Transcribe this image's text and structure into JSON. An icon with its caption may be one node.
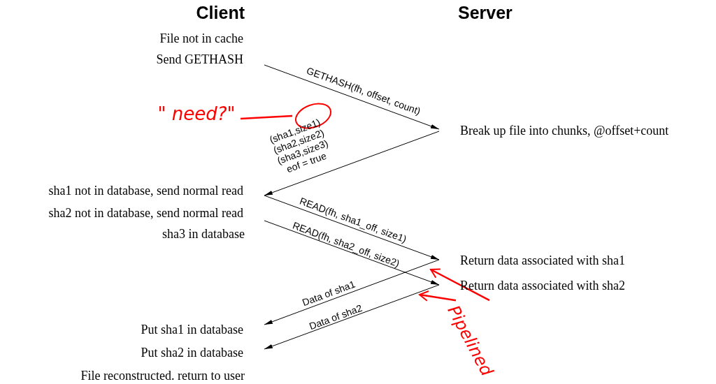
{
  "diagram": {
    "nodes": [
      {
        "text": [
          "File not in cache",
          "Send GETHASH"
        ]
      },
      {
        "text": [
          "Break up file into chunks, @offset+count"
        ]
      },
      {
        "text": [
          "sha1 not in database, send normal read"
        ]
      },
      {
        "text": [
          "sha2 not in database, send normal read"
        ]
      },
      {
        "text": [
          "Return data associated with sha1"
        ]
      },
      {
        "text": [
          "Return data associated with sha2"
        ]
      },
      {
        "text": [
          "Put sha1 in database"
        ]
      },
      {
        "text": [
          "Put sha2 in database"
        ]
      },
      {
        "text": [
          "\" need?\""
        ]
      },
      {
        "text": [
          "Pipelined"
        ]
      },
      {
        "text": [],
        "shape": "circle"
      }
    ],
    "edges": [
      {
        "from": 0,
        "to": 1,
        "arrow": "to",
        "label": "GETHASH(fh, offset, count)"
      },
      {
        "from": 1,
        "to": 2,
        "arrow": "to",
        "label": "(sha1,size1) (sha2,size2) (sha3,size3) eof = true"
      },
      {
        "from": 2,
        "to": 4,
        "arrow": "to",
        "label": "READ(fh, sha1_off, size1)"
      },
      {
        "from": 3,
        "to": 5,
        "arrow": "to",
        "label": "READ(fh, sha2_off, size2)"
      },
      {
        "from": 4,
        "to": 6,
        "arrow": "to",
        "label": "Data of sha1"
      },
      {
        "from": 5,
        "to": 7,
        "arrow": "to",
        "label": "Data of sha2"
      },
      {
        "from": 8,
        "to": 10,
        "arrow": "none",
        "color": "#ff0000"
      },
      {
        "from": 9,
        "to": null,
        "arrow": "to",
        "color": "#ff0000"
      },
      {
        "from": 9,
        "to": null,
        "arrow": "to",
        "color": "#ff0000"
      }
    ],
    "labels": [
      "Client",
      "Server",
      "sha3 in database",
      "File reconstructed. return to user"
    ]
  }
}
